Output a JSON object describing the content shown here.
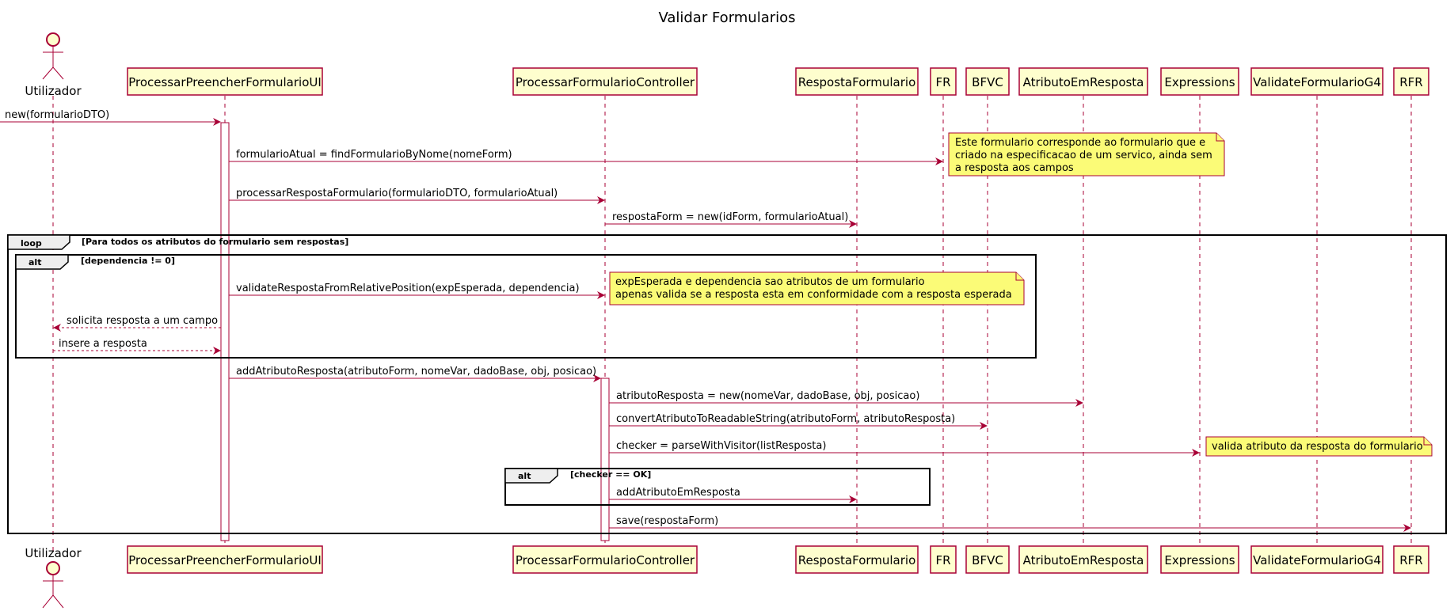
{
  "title": "Validar Formularios",
  "colors": {
    "accent": "#A80036",
    "participant_fill": "#FEFECE",
    "note_fill": "#FBFB77"
  },
  "actor": {
    "name": "Utilizador"
  },
  "participants": [
    "ProcessarPreencherFormularioUI",
    "ProcessarFormularioController",
    "RespostaFormulario",
    "FR",
    "BFVC",
    "AtributoEmResposta",
    "Expressions",
    "ValidateFormularioG4",
    "RFR"
  ],
  "messages": [
    "new(formularioDTO)",
    "formularioAtual = findFormularioByNome(nomeForm)",
    "processarRespostaFormulario(formularioDTO, formularioAtual)",
    "respostaForm = new(idForm, formularioAtual)",
    "validateRespostaFromRelativePosition(expEsperada, dependencia)",
    "solicita resposta a um campo",
    "insere a resposta",
    "addAtributoResposta(atributoForm, nomeVar, dadoBase, obj, posicao)",
    "atributoResposta = new(nomeVar, dadoBase, obj, posicao)",
    "convertAtributoToReadableString(atributoForm, atributoResposta)",
    "checker = parseWithVisitor(listResposta)",
    "addAtributoEmResposta",
    "save(respostaForm)"
  ],
  "notes": [
    [
      "Este formulario corresponde ao formulario que e",
      "criado na especificacao de um servico, ainda sem",
      "a resposta aos campos"
    ],
    [
      "expEsperada e dependencia sao atributos de um formulario",
      "apenas valida se a resposta esta em conformidade com a resposta esperada"
    ],
    [
      "valida atributo da resposta do formulario"
    ]
  ],
  "fragments": [
    {
      "kind": "loop",
      "guard": "[Para todos os atributos do formulario sem respostas]"
    },
    {
      "kind": "alt",
      "guard": "[dependencia != 0]"
    },
    {
      "kind": "alt",
      "guard": "[checker == OK]"
    }
  ]
}
